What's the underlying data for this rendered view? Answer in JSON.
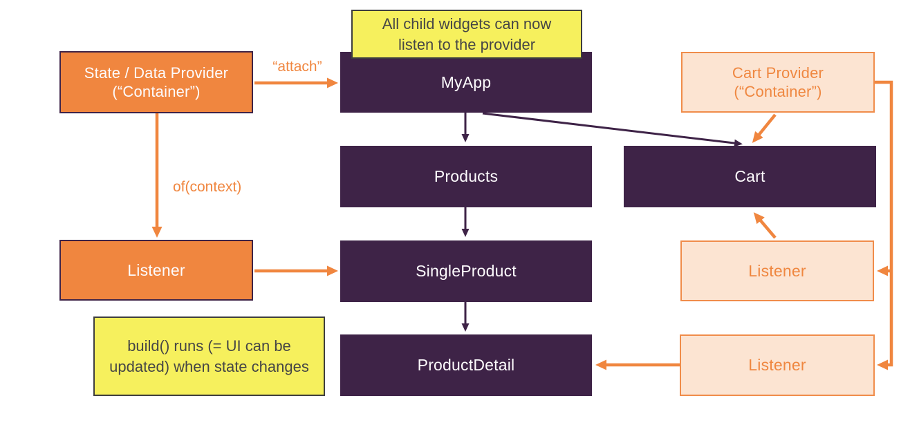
{
  "colors": {
    "purple": "#3e2347",
    "orange": "#f0863f",
    "peach_fill": "#fce4d2",
    "peach_border": "#f08c4a",
    "peach_text": "#ef8740",
    "yellow_fill": "#f6f05d",
    "note_border": "#3e3e3e",
    "note_text": "#464646",
    "node_text": "#fdfbfd"
  },
  "notes": {
    "top": "All child widgets can now listen to the provider",
    "bottom": "build() runs (= UI can be updated) when state changes"
  },
  "edge_labels": {
    "attach": "“attach”",
    "of_context": "of(context)"
  },
  "nodes": {
    "state_provider": {
      "line1": "State / Data Provider",
      "line2": "(“Container”)"
    },
    "cart_provider": {
      "line1": "Cart Provider",
      "line2": "(“Container”)"
    },
    "myapp": "MyApp",
    "products": "Products",
    "cart": "Cart",
    "single_product": "SingleProduct",
    "product_detail": "ProductDetail",
    "listener_left": "Listener",
    "listener_right_top": "Listener",
    "listener_right_bottom": "Listener"
  }
}
